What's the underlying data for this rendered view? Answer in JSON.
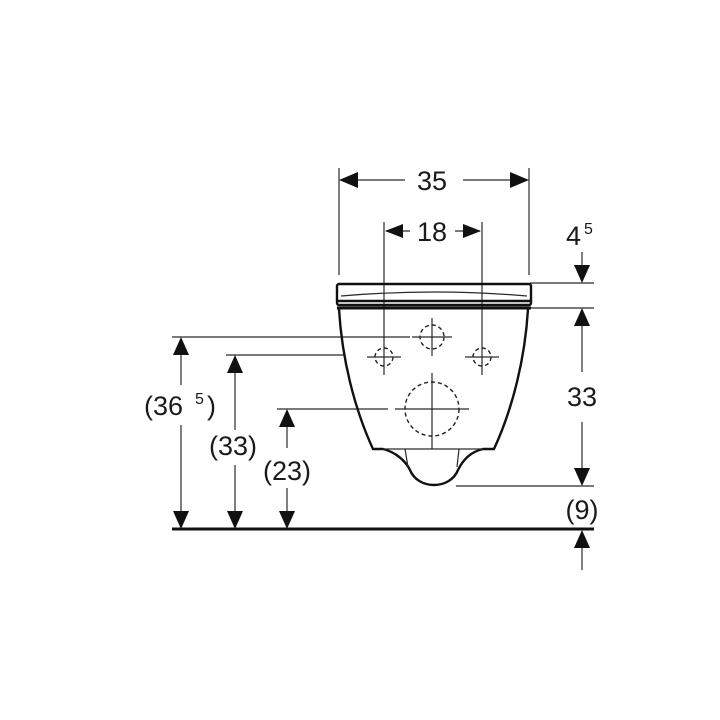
{
  "drawing": {
    "type": "technical dimension drawing",
    "subject": "wall-hung toilet side/front view",
    "units_note": "dimensions in cm; superscript denotes half (e.g. 4^5 = 4.5)",
    "dimensions": {
      "overall_width": {
        "label": "35"
      },
      "fixing_spacing": {
        "label": "18"
      },
      "seat_thickness": {
        "label": "4",
        "superscript": "5"
      },
      "bowl_height": {
        "label": "33"
      },
      "floor_clearance": {
        "label": "(9)"
      },
      "top_height": {
        "label": "(36",
        "superscript": "5",
        "suffix": ")"
      },
      "fixing_height": {
        "label": "(33)"
      },
      "outlet_height": {
        "label": "(23)"
      }
    }
  }
}
